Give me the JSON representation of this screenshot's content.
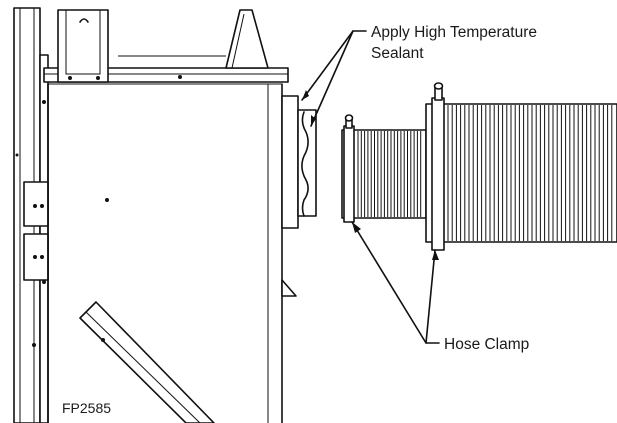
{
  "callouts": {
    "sealant_line1": "Apply High Temperature",
    "sealant_line2": "Sealant",
    "hose_clamp": "Hose Clamp"
  },
  "figure_id": "FP2585",
  "colors": {
    "line": "#111111",
    "background": "#ffffff",
    "text": "#1a1a1a"
  }
}
